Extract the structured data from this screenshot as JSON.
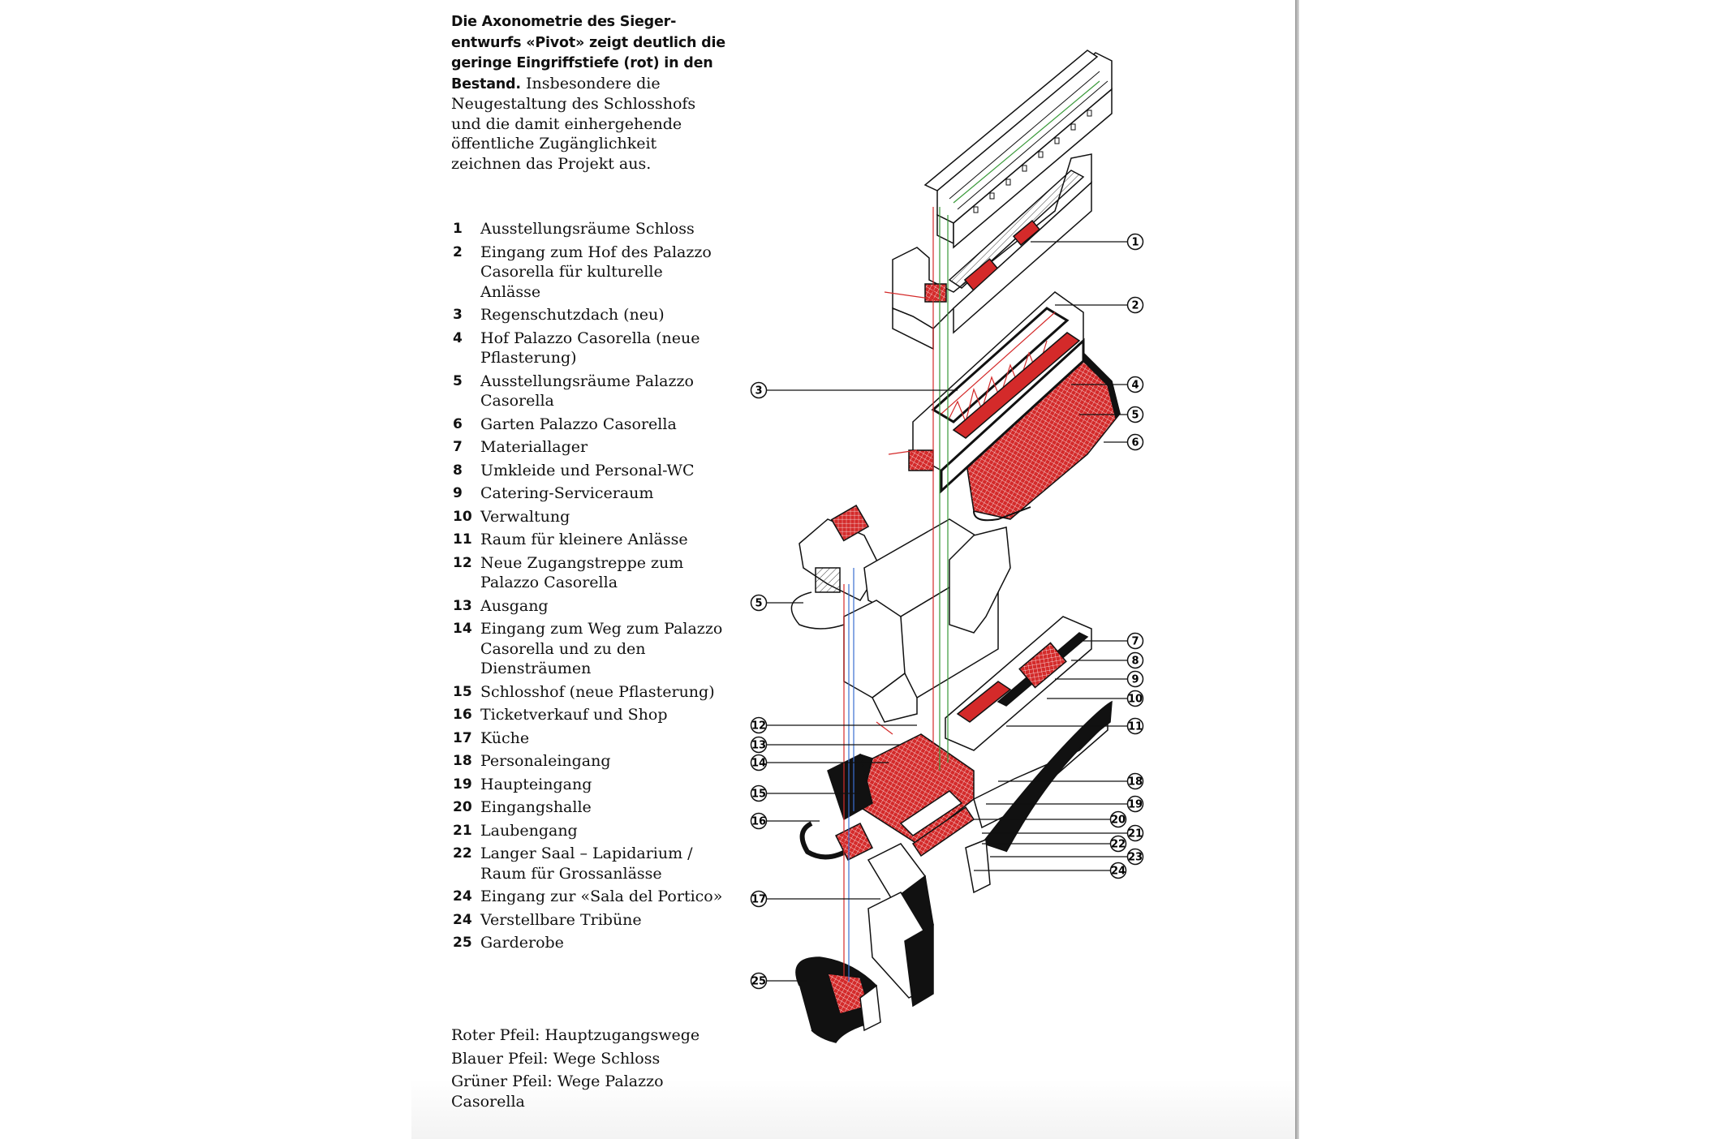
{
  "caption": {
    "lead": "Die Axonometrie des Sieger­entwurfs «Pivot» zeigt deutlich die geringe Eingriffstiefe (rot) in den Bestand.",
    "body": "Insbesondere die Neugestaltung des Schlosshofs und die damit einhergehende öffentliche Zugänglichkeit zeichnen das Projekt aus."
  },
  "legend": [
    {
      "num": "1",
      "text": "Ausstellungsräume Schloss"
    },
    {
      "num": "2",
      "text": "Eingang zum Hof des Palazzo Casorella für kulturelle Anlässe"
    },
    {
      "num": "3",
      "text": "Regenschutzdach (neu)"
    },
    {
      "num": "4",
      "text": "Hof Palazzo Casorella (neue Pflasterung)"
    },
    {
      "num": "5",
      "text": "Ausstellungsräume Palazzo Casorella"
    },
    {
      "num": "6",
      "text": "Garten Palazzo Casorella"
    },
    {
      "num": "7",
      "text": "Materiallager"
    },
    {
      "num": "8",
      "text": "Umkleide und Personal-WC"
    },
    {
      "num": "9",
      "text": "Catering-Serviceraum"
    },
    {
      "num": "10",
      "text": "Verwaltung"
    },
    {
      "num": "11",
      "text": "Raum für kleinere Anlässe"
    },
    {
      "num": "12",
      "text": "Neue Zugangstreppe zum Palazzo Casorella"
    },
    {
      "num": "13",
      "text": "Ausgang"
    },
    {
      "num": "14",
      "text": "Eingang zum Weg zum Palazzo Casorella und zu den Diensträumen"
    },
    {
      "num": "15",
      "text": "Schlosshof (neue Pflasterung)"
    },
    {
      "num": "16",
      "text": "Ticketverkauf und Shop"
    },
    {
      "num": "17",
      "text": "Küche"
    },
    {
      "num": "18",
      "text": "Personaleingang"
    },
    {
      "num": "19",
      "text": "Haupteingang"
    },
    {
      "num": "20",
      "text": "Eingangshalle"
    },
    {
      "num": "21",
      "text": "Laubengang"
    },
    {
      "num": "22",
      "text": "Langer Saal – Lapidarium / Raum für Grossanlässe"
    },
    {
      "num": "24",
      "text": "Eingang zur «Sala del Portico»"
    },
    {
      "num": "24",
      "text": "Verstellbare Tribüne"
    },
    {
      "num": "25",
      "text": "Garderobe"
    }
  ],
  "arrow_legend": [
    "Roter Pfeil: Hauptzugangswege",
    "Blauer Pfeil: Wege Schloss",
    "Grüner Pfeil: Wege Palazzo Casorella"
  ],
  "callouts": [
    "1",
    "2",
    "3",
    "4",
    "5",
    "6",
    "5",
    "7",
    "8",
    "9",
    "10",
    "11",
    "12",
    "13",
    "14",
    "15",
    "16",
    "17",
    "18",
    "19",
    "20",
    "21",
    "22",
    "23",
    "24",
    "25"
  ],
  "colors": {
    "highlight_red": "#d42a2a",
    "path_blue": "#3a6fd0",
    "path_green": "#3a9a3a",
    "ink": "#111111"
  }
}
